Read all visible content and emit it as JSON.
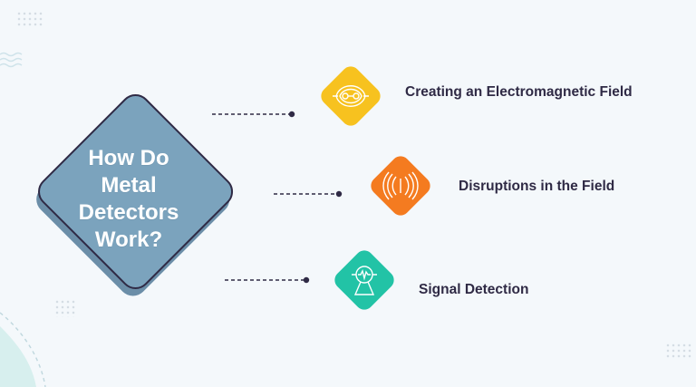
{
  "center": {
    "lines": [
      "How Do",
      "Metal",
      "Detectors",
      "Work?"
    ]
  },
  "steps": [
    {
      "label": "Creating an Electromagnetic Field",
      "color": "#f7c21f",
      "icon": "magnetic-field-icon"
    },
    {
      "label": "Disruptions in the Field",
      "color": "#f47b20",
      "icon": "wave-disruption-icon"
    },
    {
      "label": "Signal Detection",
      "color": "#22c3a6",
      "icon": "signal-detector-icon"
    }
  ],
  "colors": {
    "background": "#f4f8fb",
    "diamond_fill": "#7ba3bd",
    "diamond_shadow": "#6b8ea8",
    "diamond_outline": "#2f2a45",
    "connector": "#2f2a45"
  }
}
